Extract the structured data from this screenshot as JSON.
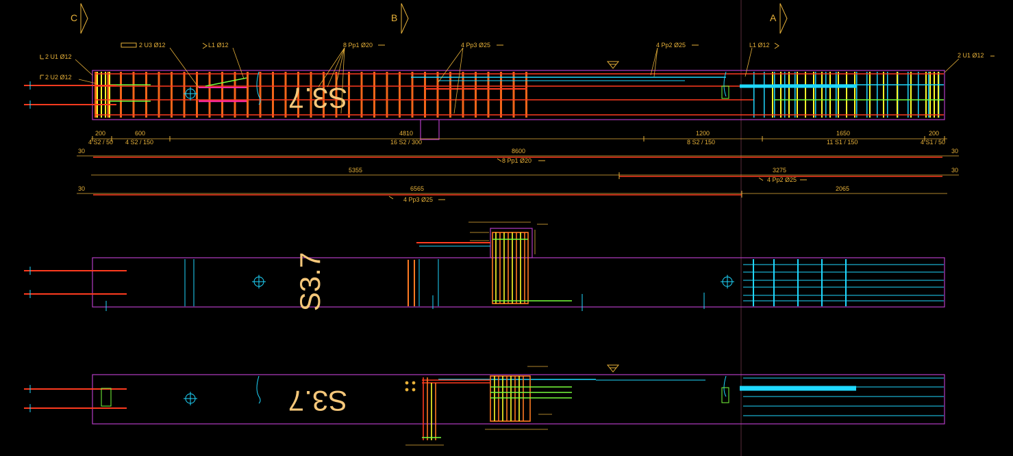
{
  "colors": {
    "background": "#000000",
    "outline": "#b43cc4",
    "rebar_red": "#ff3b1f",
    "rebar_orange": "#ff7a22",
    "rebar_yellow": "#ffff2a",
    "rebar_green": "#78ff3c",
    "rebar_cyan": "#1fd8ff",
    "dimension": "#e8b23a",
    "text": "#e8b23a"
  },
  "grid_markers": [
    "C",
    "B",
    "A"
  ],
  "section_labels": {
    "top": "S3.7",
    "middle": "S3.7",
    "bottom": "S3.7"
  },
  "callouts": {
    "u1_left": "2 U1 Ø12",
    "u2_left": "2 U2 Ø12",
    "u3": "2 U3 Ø12",
    "l1_left": "L1 Ø12",
    "pp1": "8 Pp1 Ø20",
    "pp3": "4 Pp3 Ø25",
    "pp2": "4 Pp2 Ø25",
    "l1_right": "L1 Ø12",
    "u1_right": "2 U1 Ø12"
  },
  "stirrup_dims": {
    "values": [
      "200",
      "600",
      "4810",
      "1200",
      "1650",
      "200"
    ],
    "specs": [
      "4 S2 / 50",
      "4 S2 / 150",
      "16 S2 / 300",
      "8 S2 / 150",
      "11 S1 / 150",
      "4 S1 / 50"
    ]
  },
  "bar_dims": {
    "pp1_total": "8600",
    "pp1_label": "8 Pp1 Ø20",
    "pp2_left": "5355",
    "pp2_right": "3275",
    "pp2_label": "4 Pp2 Ø25",
    "pp3_left": "6565",
    "pp3_right": "2065",
    "pp3_label": "4 Pp3 Ø25",
    "end_30": "30"
  }
}
